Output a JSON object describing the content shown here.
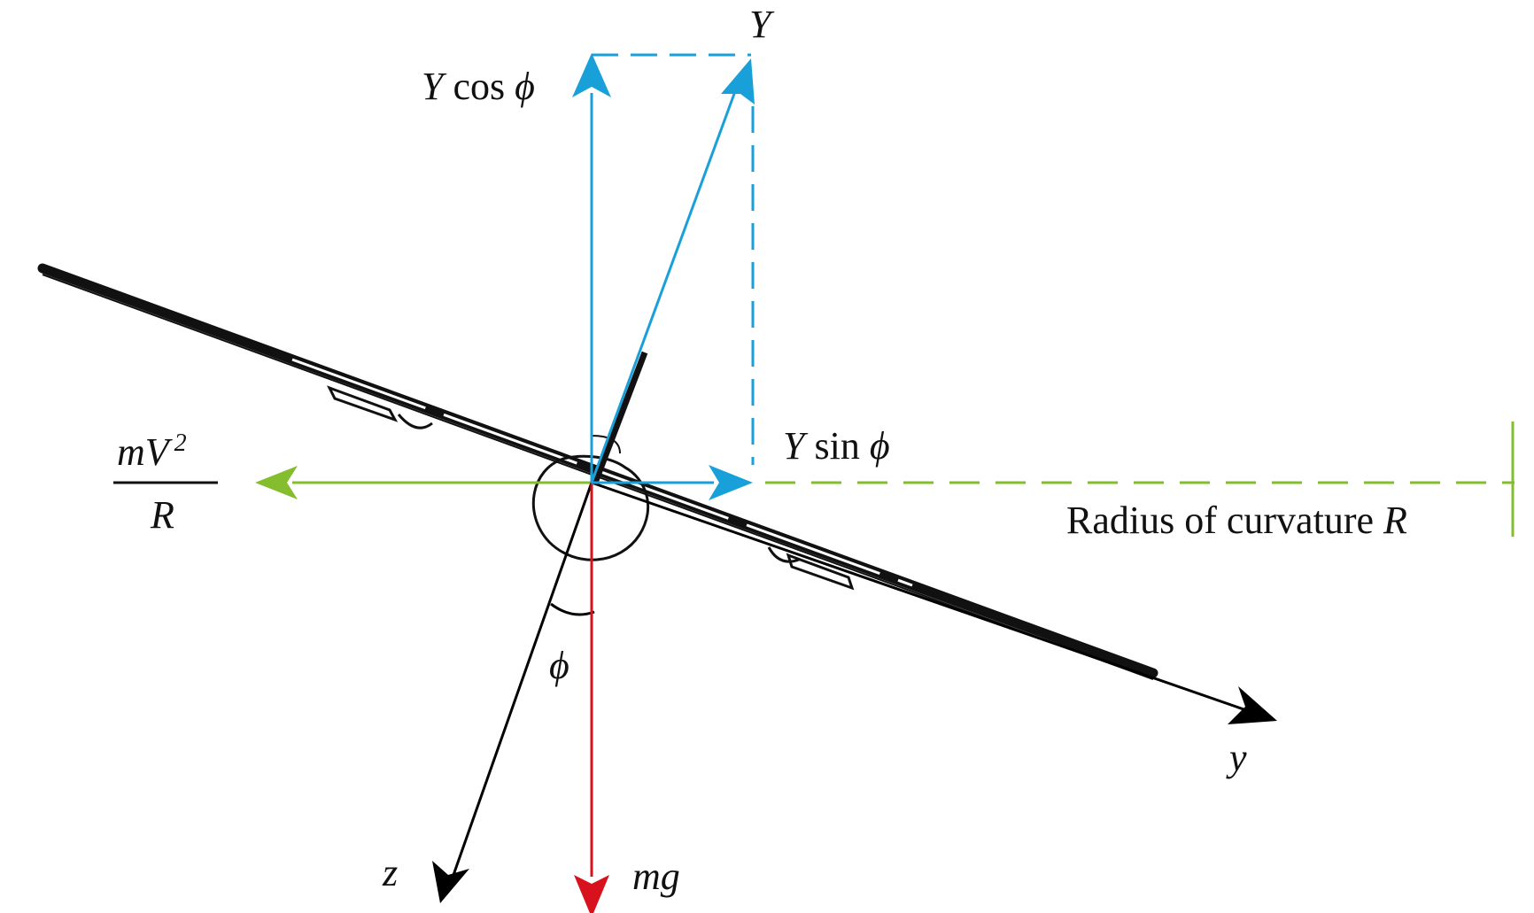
{
  "labels": {
    "lift": "Y",
    "lift_vertical_var": "Y",
    "lift_vertical_fn": " cos ",
    "lift_vertical_angle": "ϕ",
    "lift_horizontal_var": "Y",
    "lift_horizontal_fn": " sin ",
    "lift_horizontal_angle": "ϕ",
    "centrifugal_numerator_m": "mV",
    "centrifugal_numerator_exp": "2",
    "centrifugal_denominator": "R",
    "radius_text": "Radius of curvature ",
    "radius_var": "R",
    "bank_angle": "ϕ",
    "y_axis": "y",
    "z_axis": "z",
    "weight": "mg"
  },
  "colors": {
    "lift": "#1aa0d8",
    "centrifugal": "#84bd2e",
    "weight": "#d8121c",
    "body_axes": "#000000",
    "aircraft": "#111111"
  }
}
